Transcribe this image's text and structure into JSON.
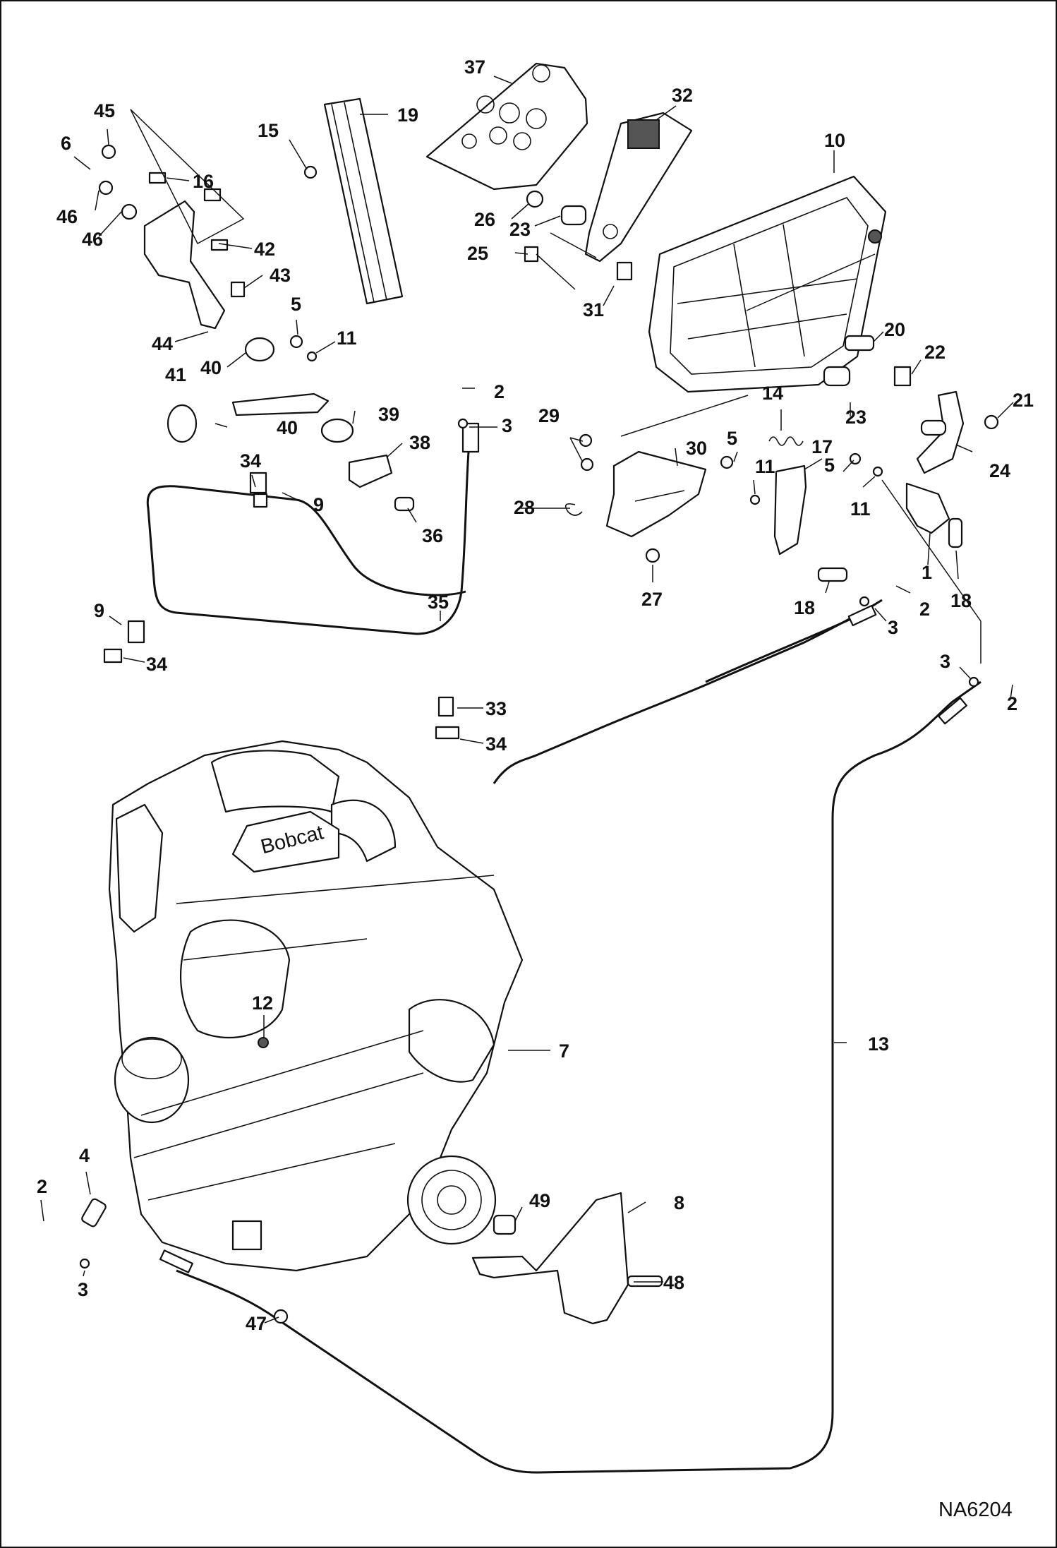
{
  "drawing_code": "NA6204",
  "engine_brand_text": "Bobcat",
  "callouts": [
    {
      "id": "c37",
      "text": "37"
    },
    {
      "id": "c32",
      "text": "32"
    },
    {
      "id": "c45",
      "text": "45"
    },
    {
      "id": "c19",
      "text": "19"
    },
    {
      "id": "c6",
      "text": "6"
    },
    {
      "id": "c15",
      "text": "15"
    },
    {
      "id": "c16",
      "text": "16"
    },
    {
      "id": "c10",
      "text": "10"
    },
    {
      "id": "c46a",
      "text": "46"
    },
    {
      "id": "c46b",
      "text": "46"
    },
    {
      "id": "c26",
      "text": "26"
    },
    {
      "id": "c23a",
      "text": "23"
    },
    {
      "id": "c42",
      "text": "42"
    },
    {
      "id": "c25",
      "text": "25"
    },
    {
      "id": "c43",
      "text": "43"
    },
    {
      "id": "c31",
      "text": "31"
    },
    {
      "id": "c5a",
      "text": "5"
    },
    {
      "id": "c20",
      "text": "20"
    },
    {
      "id": "c44",
      "text": "44"
    },
    {
      "id": "c11a",
      "text": "11"
    },
    {
      "id": "c22",
      "text": "22"
    },
    {
      "id": "c41",
      "text": "41"
    },
    {
      "id": "c40a",
      "text": "40"
    },
    {
      "id": "c2a",
      "text": "2"
    },
    {
      "id": "c21",
      "text": "21"
    },
    {
      "id": "c14",
      "text": "14"
    },
    {
      "id": "c23b",
      "text": "23"
    },
    {
      "id": "c39",
      "text": "39"
    },
    {
      "id": "c40b",
      "text": "40"
    },
    {
      "id": "c3a",
      "text": "3"
    },
    {
      "id": "c29",
      "text": "29"
    },
    {
      "id": "c30",
      "text": "30"
    },
    {
      "id": "c5b",
      "text": "5"
    },
    {
      "id": "c17",
      "text": "17"
    },
    {
      "id": "c38",
      "text": "38"
    },
    {
      "id": "c34a",
      "text": "34"
    },
    {
      "id": "c11b",
      "text": "11"
    },
    {
      "id": "c5c",
      "text": "5"
    },
    {
      "id": "c24",
      "text": "24"
    },
    {
      "id": "c11c",
      "text": "11"
    },
    {
      "id": "c9a",
      "text": "9"
    },
    {
      "id": "c28",
      "text": "28"
    },
    {
      "id": "c36",
      "text": "36"
    },
    {
      "id": "c1",
      "text": "1"
    },
    {
      "id": "c27",
      "text": "27"
    },
    {
      "id": "c18a",
      "text": "18"
    },
    {
      "id": "c2b",
      "text": "2"
    },
    {
      "id": "c18b",
      "text": "18"
    },
    {
      "id": "c35",
      "text": "35"
    },
    {
      "id": "c9b",
      "text": "9"
    },
    {
      "id": "c3b",
      "text": "3"
    },
    {
      "id": "c34b",
      "text": "34"
    },
    {
      "id": "c3c",
      "text": "3"
    },
    {
      "id": "c2c",
      "text": "2"
    },
    {
      "id": "c33",
      "text": "33"
    },
    {
      "id": "c34c",
      "text": "34"
    },
    {
      "id": "c12",
      "text": "12"
    },
    {
      "id": "c7",
      "text": "7"
    },
    {
      "id": "c13",
      "text": "13"
    },
    {
      "id": "c4",
      "text": "4"
    },
    {
      "id": "c2d",
      "text": "2"
    },
    {
      "id": "c49",
      "text": "49"
    },
    {
      "id": "c8",
      "text": "8"
    },
    {
      "id": "c3d",
      "text": "3"
    },
    {
      "id": "c48",
      "text": "48"
    },
    {
      "id": "c47",
      "text": "47"
    }
  ]
}
